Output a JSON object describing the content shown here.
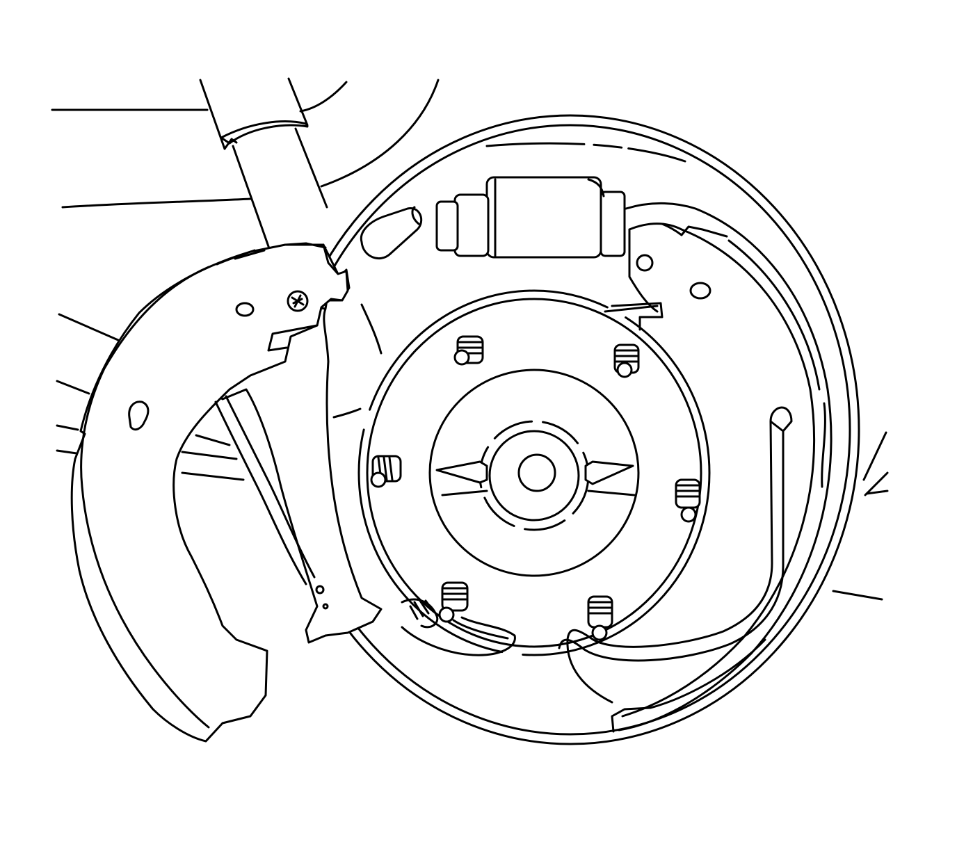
{
  "figure": {
    "subject": "rear-drum-brake-assembly-line-art",
    "colors": {
      "stroke": "#000000",
      "background": "#ffffff"
    },
    "components": [
      "backing-plate",
      "strut",
      "wheel-cylinder",
      "trailing-brake-shoe",
      "leading-brake-shoe",
      "parking-brake-lever",
      "axle-hub",
      "wheel-studs",
      "adjuster-spring",
      "park-brake-cable"
    ],
    "wheel_stud_count": 6
  }
}
